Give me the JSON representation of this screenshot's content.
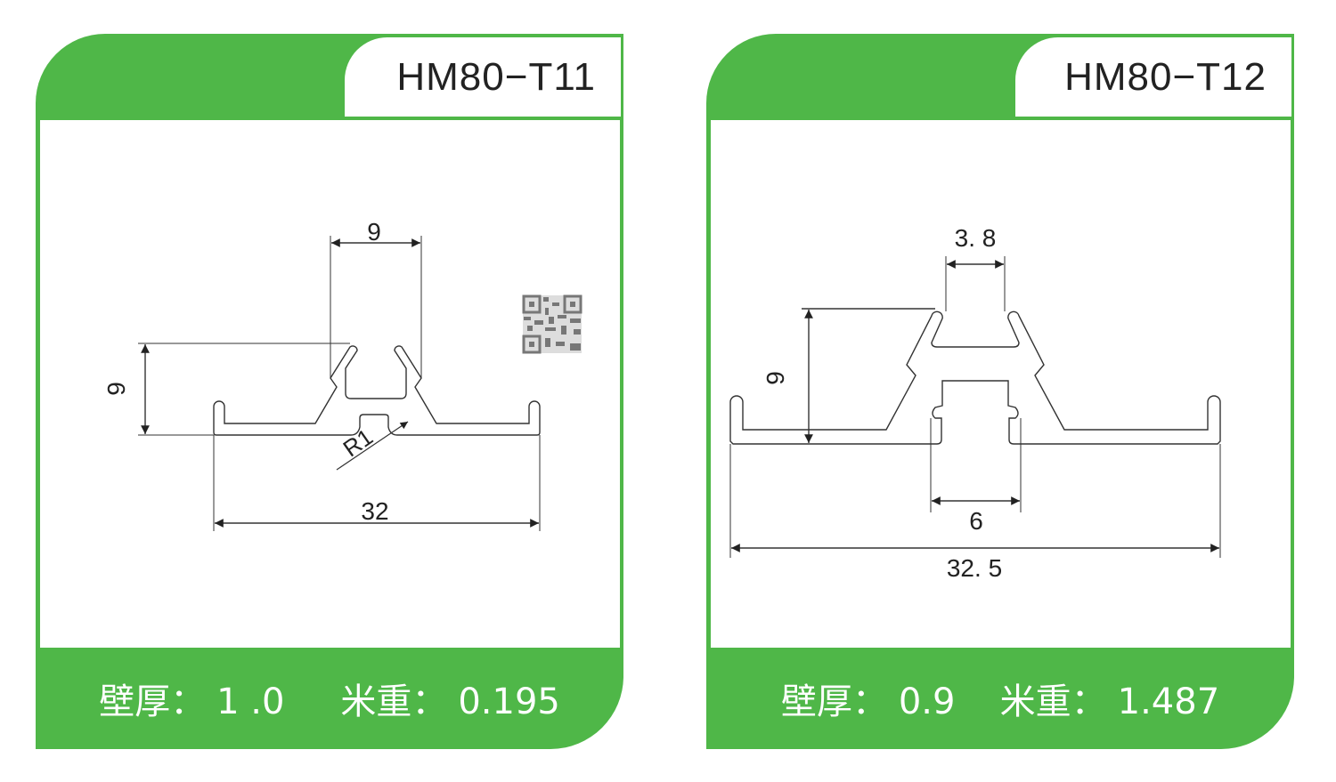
{
  "colors": {
    "brand_green": "#4fb748",
    "line": "#222222"
  },
  "products": [
    {
      "model": "HM80−T11",
      "wall_label": "壁厚：",
      "wall_value": "1 .0",
      "weight_label": "米重：",
      "weight_value": "0.195",
      "dimensions": {
        "top_width": "9",
        "height": "9",
        "radius": "R1",
        "total_width": "32"
      }
    },
    {
      "model": "HM80−T12",
      "wall_label": "壁厚：",
      "wall_value": "0.9",
      "weight_label": "米重：",
      "weight_value": "1.487",
      "dimensions": {
        "top_width": "3. 8",
        "height": "9",
        "bottom_width": "6",
        "total_width": "32. 5"
      }
    }
  ]
}
